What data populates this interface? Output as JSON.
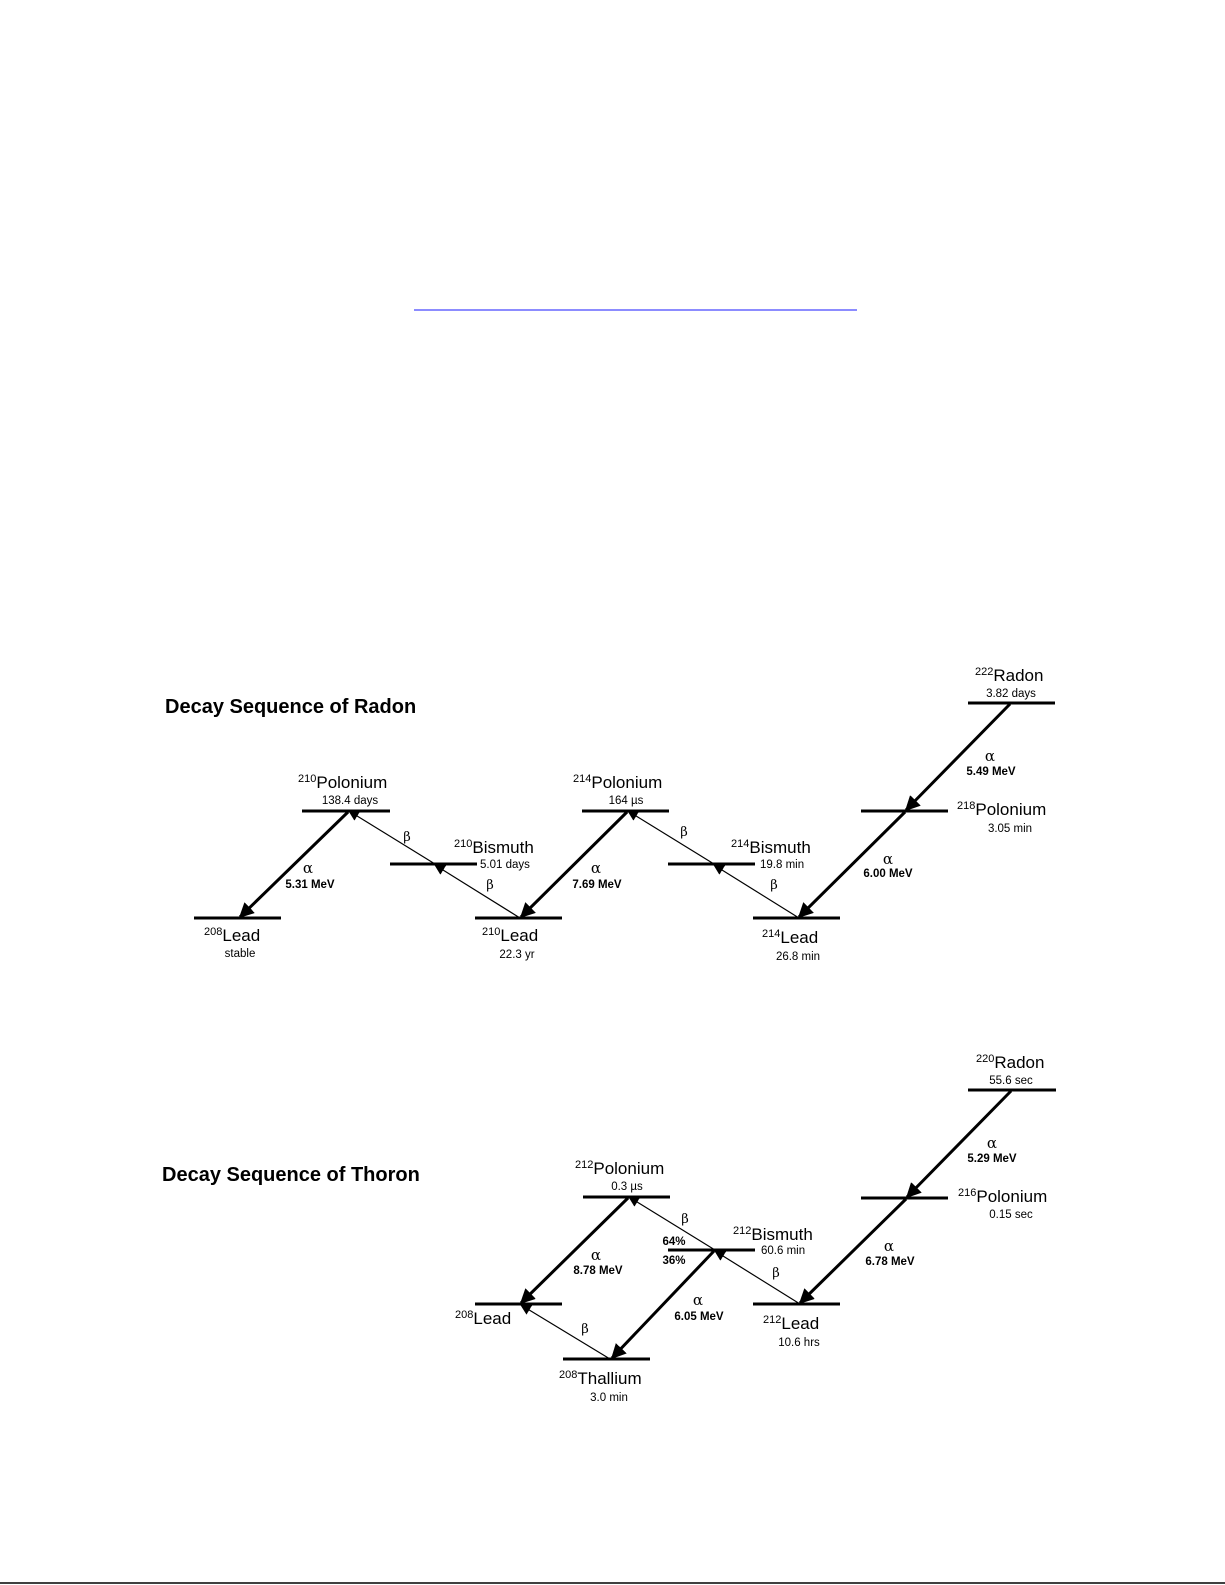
{
  "radon": {
    "title": "Decay Sequence of Radon",
    "isotopes": [
      {
        "mass": "222",
        "name": "Radon",
        "half_life": "3.82 days"
      },
      {
        "mass": "218",
        "name": "Polonium",
        "half_life": "3.05 min"
      },
      {
        "mass": "214",
        "name": "Lead",
        "half_life": "26.8 min"
      },
      {
        "mass": "214",
        "name": "Bismuth",
        "half_life": "19.8 min"
      },
      {
        "mass": "214",
        "name": "Polonium",
        "half_life": "164 µs"
      },
      {
        "mass": "210",
        "name": "Lead",
        "half_life": "22.3 yr"
      },
      {
        "mass": "210",
        "name": "Bismuth",
        "half_life": "5.01 days"
      },
      {
        "mass": "210",
        "name": "Polonium",
        "half_life": "138.4 days"
      },
      {
        "mass": "208",
        "name": "Lead",
        "half_life": "stable"
      }
    ],
    "decays": [
      {
        "type": "alpha",
        "symbol": "α",
        "energy": "5.49 MeV"
      },
      {
        "type": "alpha",
        "symbol": "α",
        "energy": "6.00 MeV"
      },
      {
        "type": "beta",
        "symbol": "β"
      },
      {
        "type": "beta",
        "symbol": "β"
      },
      {
        "type": "alpha",
        "symbol": "α",
        "energy": "7.69 MeV"
      },
      {
        "type": "beta",
        "symbol": "β"
      },
      {
        "type": "beta",
        "symbol": "β"
      },
      {
        "type": "alpha",
        "symbol": "α",
        "energy": "5.31 MeV"
      }
    ]
  },
  "thoron": {
    "title": "Decay Sequence of Thoron",
    "isotopes": [
      {
        "mass": "220",
        "name": "Radon",
        "half_life": "55.6 sec"
      },
      {
        "mass": "216",
        "name": "Polonium",
        "half_life": "0.15 sec"
      },
      {
        "mass": "212",
        "name": "Lead",
        "half_life": "10.6 hrs"
      },
      {
        "mass": "212",
        "name": "Bismuth",
        "half_life": "60.6 min"
      },
      {
        "mass": "212",
        "name": "Polonium",
        "half_life": "0.3 µs"
      },
      {
        "mass": "208",
        "name": "Thallium",
        "half_life": "3.0 min"
      },
      {
        "mass": "208",
        "name": "Lead"
      }
    ],
    "decays": [
      {
        "type": "alpha",
        "symbol": "α",
        "energy": "5.29 MeV"
      },
      {
        "type": "alpha",
        "symbol": "α",
        "energy": "6.78 MeV"
      },
      {
        "type": "beta",
        "symbol": "β"
      },
      {
        "type": "beta",
        "symbol": "β",
        "branch": "64%"
      },
      {
        "type": "alpha",
        "symbol": "α",
        "energy": "6.05 MeV",
        "branch": "36%"
      },
      {
        "type": "alpha",
        "symbol": "α",
        "energy": "8.78 MeV"
      },
      {
        "type": "beta",
        "symbol": "β"
      }
    ]
  }
}
